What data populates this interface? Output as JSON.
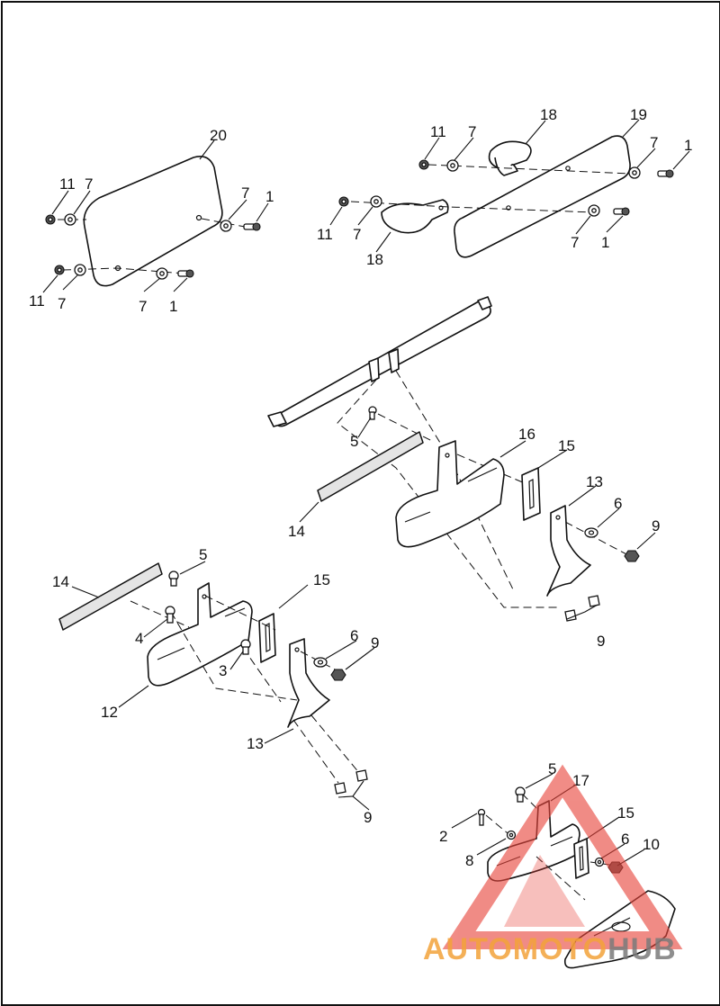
{
  "diagram": {
    "callouts": {
      "c1a": "1",
      "c1b": "1",
      "c1c": "1",
      "c1d": "1",
      "c2": "2",
      "c3": "3",
      "c4": "4",
      "c5a": "5",
      "c5b": "5",
      "c5c": "5",
      "c6a": "6",
      "c6b": "6",
      "c6c": "6",
      "c7a": "7",
      "c7b": "7",
      "c7c": "7",
      "c7d": "7",
      "c7e": "7",
      "c7f": "7",
      "c7g": "7",
      "c7h": "7",
      "c8": "8",
      "c9a": "9",
      "c9b": "9",
      "c9c": "9",
      "c9d": "9",
      "c10": "10",
      "c11a": "11",
      "c11b": "11",
      "c11c": "11",
      "c11d": "11",
      "c12": "12",
      "c13a": "13",
      "c13b": "13",
      "c14a": "14",
      "c14b": "14",
      "c15a": "15",
      "c15b": "15",
      "c15c": "15",
      "c16": "16",
      "c17": "17",
      "c18a": "18",
      "c18b": "18",
      "c19": "19",
      "c20": "20"
    }
  },
  "watermark": {
    "text_part1": "AUTOMOTO",
    "text_part2": "HUB",
    "accent_color": "#f2a23a",
    "secondary_color": "#7a7a7a",
    "triangle_color": "#e8453c"
  }
}
